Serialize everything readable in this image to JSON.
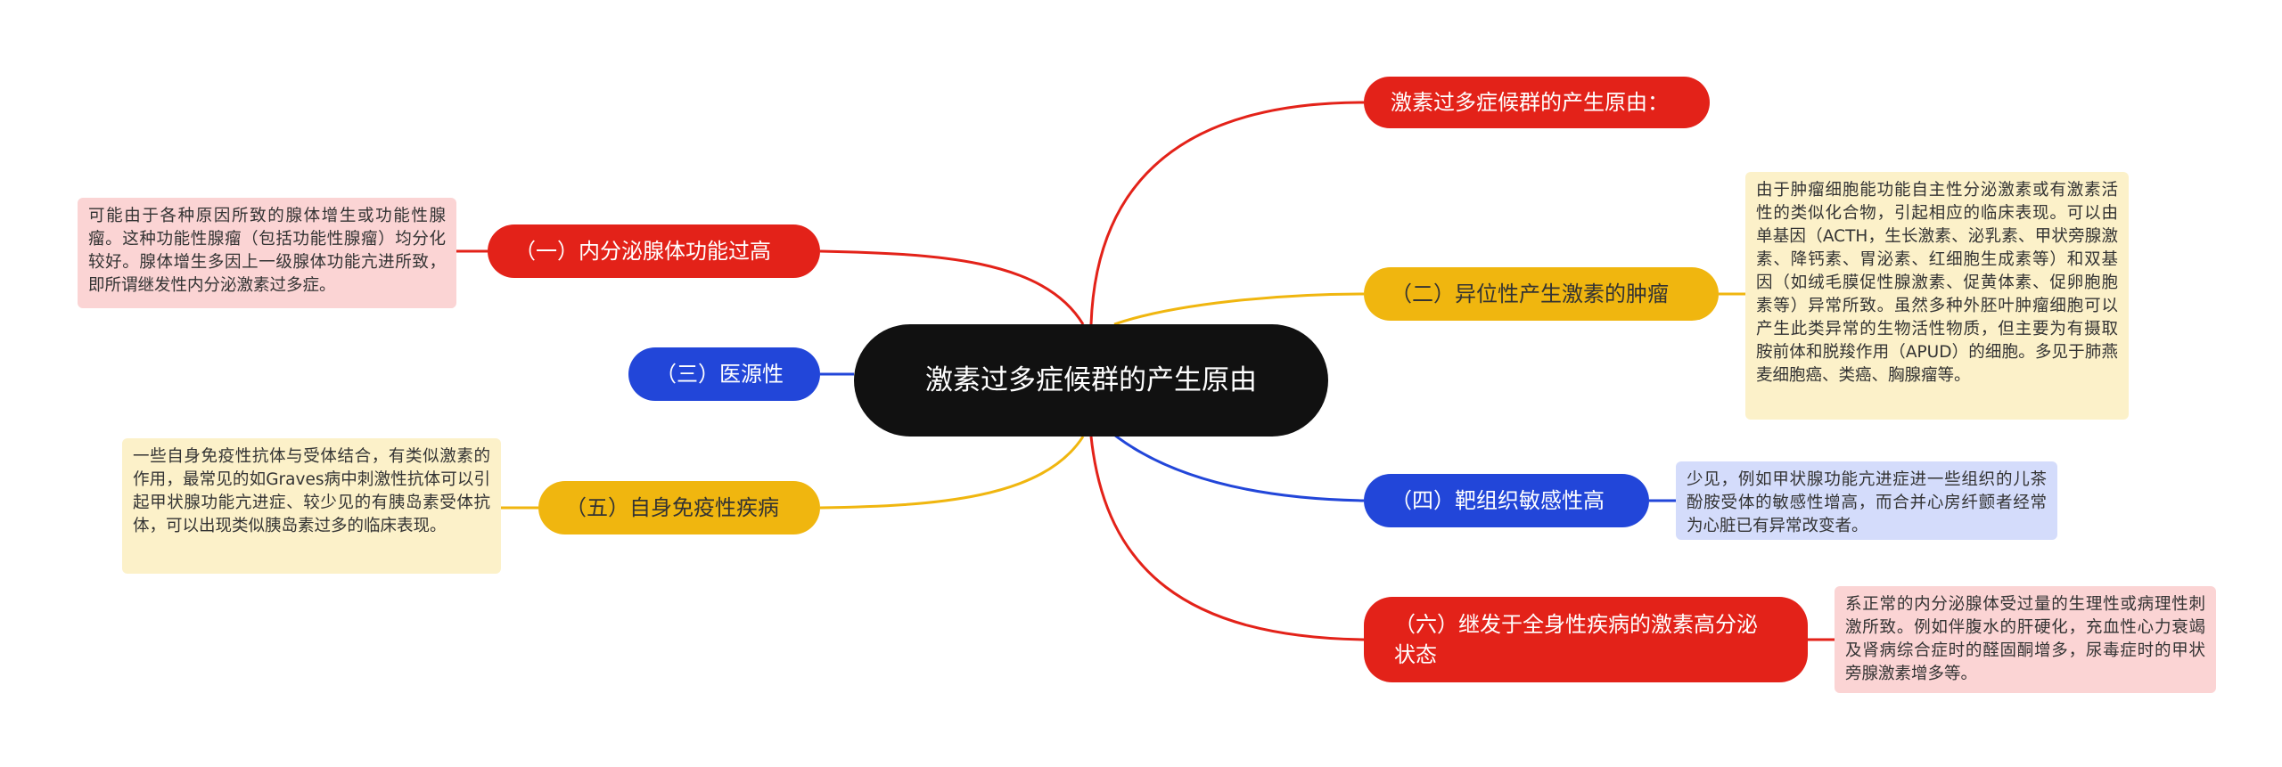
{
  "center": {
    "label": "激素过多症候群的产生原由"
  },
  "branches": [
    {
      "label": "激素过多症候群的产生原由："
    },
    {
      "label": "（二）异位性产生激素的肿瘤"
    },
    {
      "label": "（四）靶组织敏感性高"
    },
    {
      "label": "（六）继发于全身性疾病的激素高分泌状态"
    },
    {
      "label": "（一）内分泌腺体功能过高"
    },
    {
      "label": "（三）医源性"
    },
    {
      "label": "（五）自身免疫性疾病"
    }
  ],
  "notes": [
    {
      "text": "由于肿瘤细胞能功能自主性分泌激素或有激素活性的类似化合物，引起相应的临床表现。可以由单基因（ACTH，生长激素、泌乳素、甲状旁腺激素、降钙素、胃泌素、红细胞生成素等）和双基因（如绒毛膜促性腺激素、促黄体素、促卵胞胞素等）异常所致。虽然多种外胚叶肿瘤细胞可以产生此类异常的生物活性物质，但主要为有摄取胺前体和脱羧作用（APUD）的细胞。多见于肺燕麦细胞癌、类癌、胸腺瘤等。"
    },
    {
      "text": "少见，例如甲状腺功能亢进症进一些组织的儿茶酚胺受体的敏感性增高，而合并心房纤颤者经常为心脏已有异常改变者。"
    },
    {
      "text": "系正常的内分泌腺体受过量的生理性或病理性刺激所致。例如伴腹水的肝硬化，充血性心力衰竭及肾病综合症时的醛固酮增多，尿毒症时的甲状旁腺激素增多等。"
    },
    {
      "text": "可能由于各种原因所致的腺体增生或功能性腺瘤。这种功能性腺瘤（包括功能性腺瘤）均分化较好。腺体增生多因上一级腺体功能亢进所致，即所谓继发性内分泌激素过多症。"
    },
    {
      "text": "一些自身免疫性抗体与受体结合，有类似激素的作用，最常见的如Graves病中刺激性抗体可以引起甲状腺功能亢进症、较少见的有胰岛素受体抗体，可以出现类似胰岛素过多的临床表现。"
    }
  ],
  "colors": {
    "red": "#e32219",
    "yellow": "#f0b60f",
    "blue": "#2246d9",
    "center": "#111111"
  }
}
